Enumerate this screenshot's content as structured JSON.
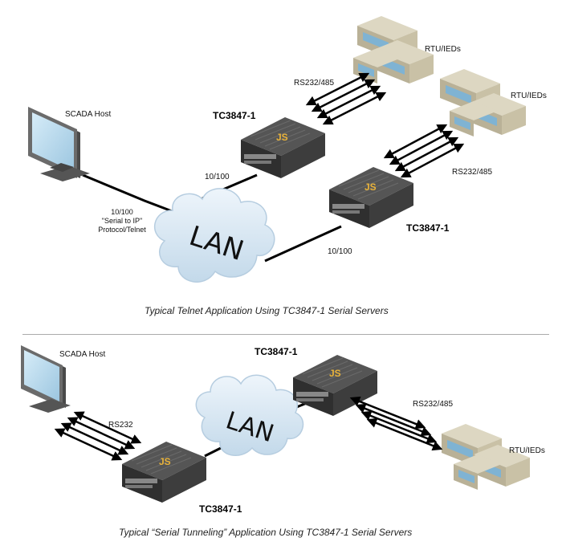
{
  "top": {
    "host_label": "SCADA Host",
    "device_title_a": "TC3847-1",
    "device_title_b": "TC3847-1",
    "rtu_label_a": "RTU/IEDs",
    "rtu_label_b": "RTU/IEDs",
    "serial_label_a": "RS232/485",
    "serial_label_b": "RS232/485",
    "link_device_a": "10/100",
    "link_device_b": "10/100",
    "host_link_lines": [
      "10/100",
      "\"Serial to IP\"",
      "Protocol/Telnet"
    ],
    "lan": "LAN",
    "caption": "Typical Telnet Application Using TC3847-1 Serial Servers"
  },
  "bottom": {
    "host_label": "SCADA Host",
    "device_title_a": "TC3847-1",
    "device_title_b": "TC3847-1",
    "serial_left": "RS232",
    "serial_right": "RS232/485",
    "rtu_label": "RTU/IEDs",
    "lan": "LAN",
    "caption": "Typical “Serial Tunneling” Application Using TC3847-1 Serial Servers"
  },
  "device_badge": "JS",
  "colors": {
    "device_body": "#3b3b3b",
    "badge": "#e8b23a",
    "cloud": "#d6e6f2",
    "monitor_screen": "#b7d8ec",
    "rtu_body": "#cfc8b0"
  }
}
